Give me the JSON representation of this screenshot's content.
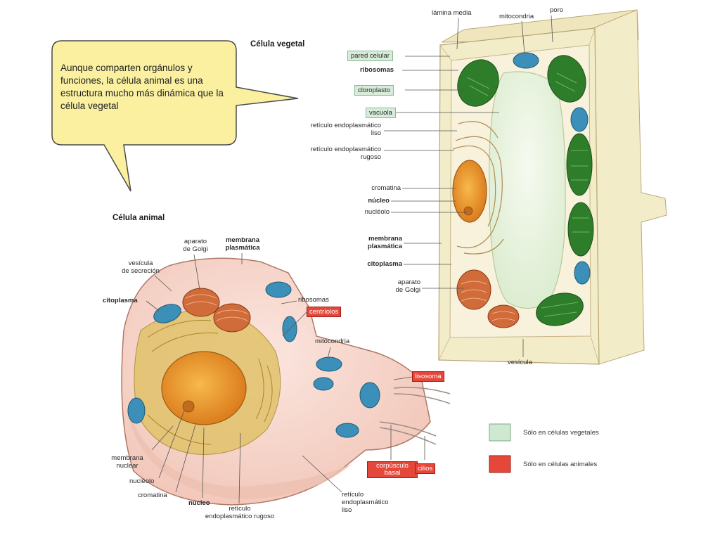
{
  "bubble": {
    "text": "Aunque comparten orgánulos y funciones, la célula animal es una estructura mucho más dinámica que la célula vegetal"
  },
  "plant": {
    "title": "Célula vegetal",
    "labels": {
      "lamina_media": "lámina media",
      "mitocondria": "mitocondria",
      "poro": "poro",
      "pared_celular": "pared celular",
      "ribosomas": "ribosomas",
      "cloroplasto": "cloroplasto",
      "vacuola": "vacuola",
      "ret_liso_1": "retículo endoplasmático",
      "ret_liso_2": "liso",
      "ret_rugoso_1": "retículo endoplasmático",
      "ret_rugoso_2": "rugoso",
      "cromatina": "cromatina",
      "nucleo": "núcleo",
      "nucleolo": "nucléolo",
      "membrana_1": "membrana",
      "membrana_2": "plasmática",
      "citoplasma": "citoplasma",
      "golgi_1": "aparato",
      "golgi_2": "de Golgi",
      "vesicula": "vesícula"
    }
  },
  "animal": {
    "title": "Célula animal",
    "labels": {
      "golgi_1": "aparato",
      "golgi_2": "de Golgi",
      "membrana_1": "membrana",
      "membrana_2": "plasmática",
      "vesicula_1": "vesícula",
      "vesicula_2": "de secreción",
      "citoplasma": "citoplasma",
      "ribosomas": "ribosomas",
      "centriolos": "centríolos",
      "mitocondria": "mitocondria",
      "lisosoma": "lisosoma",
      "membrana_nuclear_1": "membrana",
      "membrana_nuclear_2": "nuclear",
      "nucleolo": "nucléolo",
      "cromatina": "cromatina",
      "nucleo": "núcleo",
      "ret_rugoso_1": "retículo",
      "ret_rugoso_2": "endoplasmático rugoso",
      "corpusculo_1": "corpúsculo",
      "corpusculo_2": "basal",
      "cilios": "cilios",
      "ret_liso_1": "retículo",
      "ret_liso_2": "endoplasmático",
      "ret_liso_3": "liso"
    }
  },
  "legend": {
    "plant_only": "Sólo en células vegetales",
    "animal_only": "Sólo en células animales"
  },
  "colors": {
    "plant_only": "#cfe8d2",
    "animal_only": "#e5473a",
    "bubble": "#faf0a0",
    "cell_wall": "#f3ecc8",
    "chloroplast": "#2e7d2a",
    "mitochondria": "#3b8fb8",
    "nucleus": "#e8932a"
  }
}
